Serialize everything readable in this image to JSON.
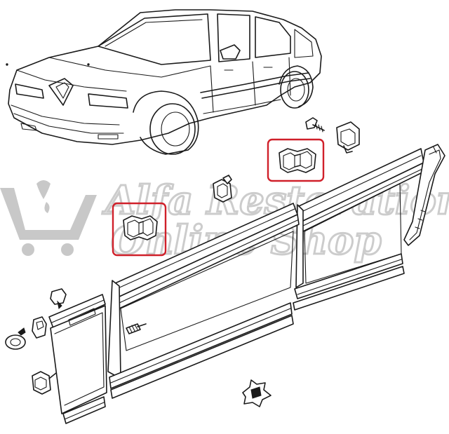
{
  "watermark": {
    "line1": "Alfa Restoration",
    "line2": "Online Shop"
  },
  "colors": {
    "line": "#1a1a1a",
    "highlight": "#d0202a",
    "watermark": "#6f6f6f"
  },
  "highlights": [
    {
      "name": "highlight-box-upper-clip",
      "part": "moulding-clip"
    },
    {
      "name": "highlight-box-lower-clip",
      "part": "moulding-clip"
    }
  ]
}
